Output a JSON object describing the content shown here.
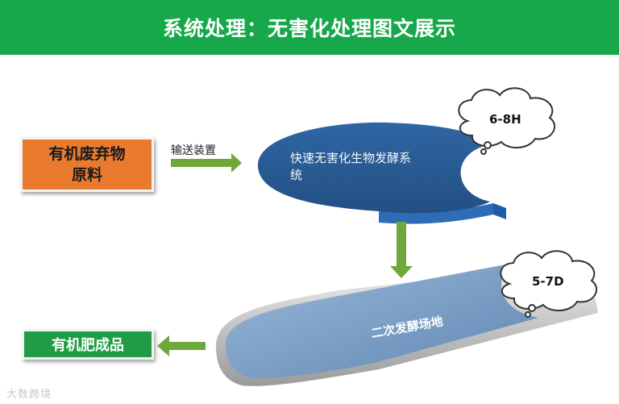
{
  "title": "系统处理：无害化处理图文展示",
  "raw_material": "有机废弃物\n原料",
  "conveyor_label": "输送装置",
  "fast_system": "快速无害化生物发酵系\n统",
  "fast_time": "6-8H",
  "second_fermentation": "二次发酵场地",
  "second_time": "5-7D",
  "product": "有机肥成品",
  "watermark": "大数跨境",
  "colors": {
    "title_bar": "#17a84b",
    "raw_box": "#ea7a2e",
    "product_box": "#1f9c45",
    "arrow": "#6fa83a",
    "disc": "#2a5b93",
    "plate": "#7fa3c8"
  }
}
